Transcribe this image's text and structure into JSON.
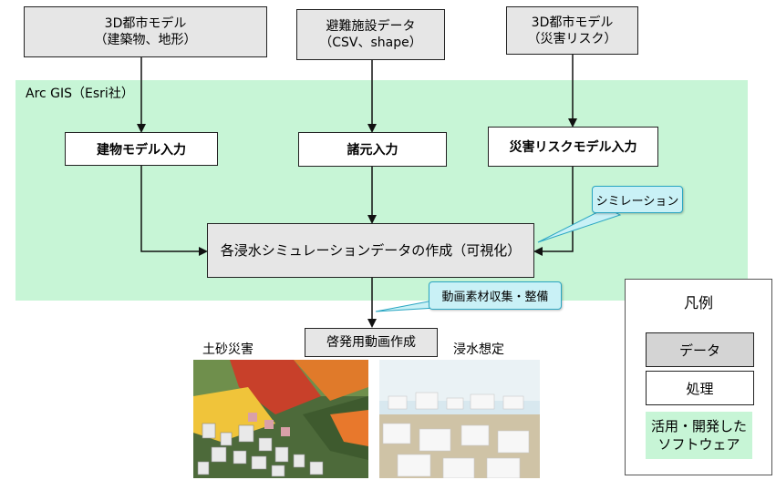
{
  "region": {
    "label": "Arc GIS（Esri社）"
  },
  "data_boxes": [
    {
      "line1": "3D都市モデル",
      "line2": "（建築物、地形）"
    },
    {
      "line1": "避難施設データ",
      "line2": "（CSV、shape）"
    },
    {
      "line1": "3D都市モデル",
      "line2": "（災害リスク）"
    }
  ],
  "process_boxes": [
    {
      "label": "建物モデル入力"
    },
    {
      "label": "諸元入力"
    },
    {
      "label": "災害リスクモデル入力"
    }
  ],
  "simulation_box": {
    "label": "各浸水シミュレーションデータの作成（可視化）"
  },
  "video_box": {
    "label": "啓発用動画作成"
  },
  "callouts": {
    "simulation": "シミレーション",
    "materials": "動画素材収集・整備"
  },
  "images": {
    "left_label": "土砂災害",
    "right_label": "浸水想定"
  },
  "legend": {
    "title": "凡例",
    "data": "データ",
    "process": "処理",
    "software_line1": "活用・開発した",
    "software_line2": "ソフトウェア"
  },
  "colors": {
    "region_green": "#c7f5d6",
    "data_gray": "#e6e6e6",
    "callout_cyan": "#c9f1f6"
  }
}
